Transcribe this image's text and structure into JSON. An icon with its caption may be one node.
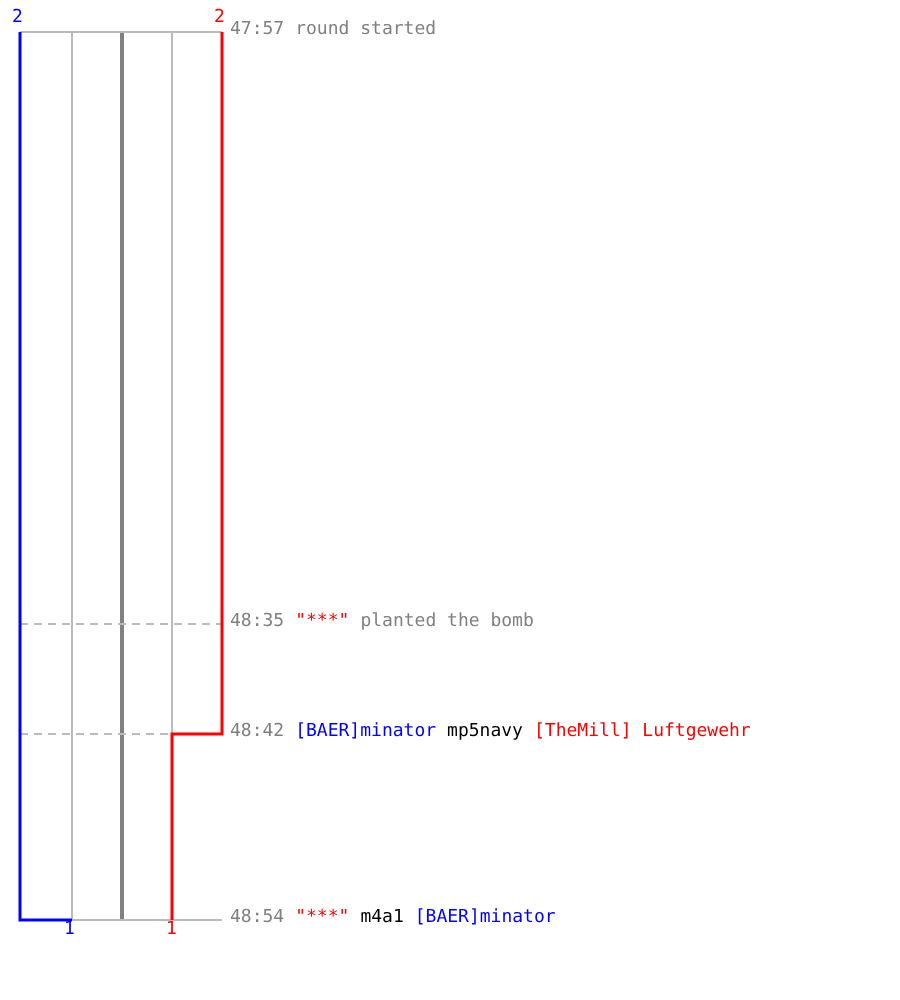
{
  "diagram": {
    "labels": [
      "2",
      "2",
      "47:57",
      "round started",
      "48:35",
      "\"***\"",
      "planted the bomb",
      "48:42",
      "[BAER]minator",
      "mp5navy",
      "[TheMill] Luftgewehr",
      "48:54",
      "\"***\"",
      "m4a1",
      "[BAER]minator",
      "1",
      "1"
    ]
  }
}
